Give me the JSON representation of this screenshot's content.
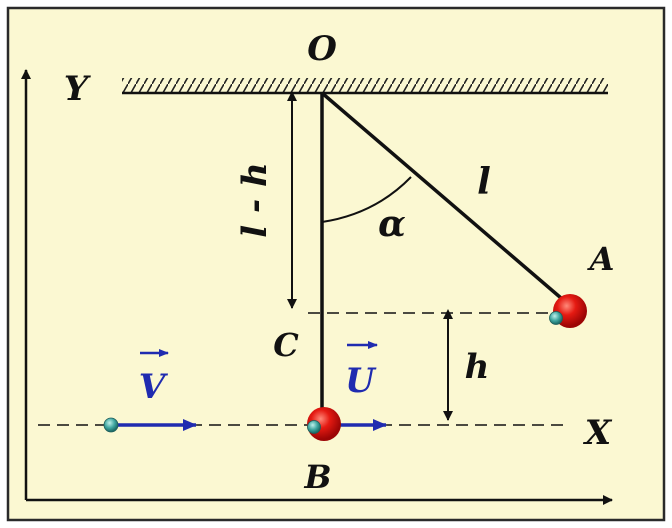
{
  "colors": {
    "panel_fill": "#fbf8d2",
    "panel_border": "#2a2a2a",
    "line": "#111111",
    "vector": "#1f2bb0",
    "ball_red": "#e01010",
    "ball_teal": "#3fa6a0"
  },
  "labels": {
    "origin": "O",
    "y_axis": "Y",
    "x_axis": "X",
    "length": "l",
    "l_minus_h": "l - h",
    "height": "h",
    "angle": "α",
    "point_a": "A",
    "point_b": "B",
    "point_c": "C",
    "velocity_v": "V",
    "velocity_u": "U"
  }
}
